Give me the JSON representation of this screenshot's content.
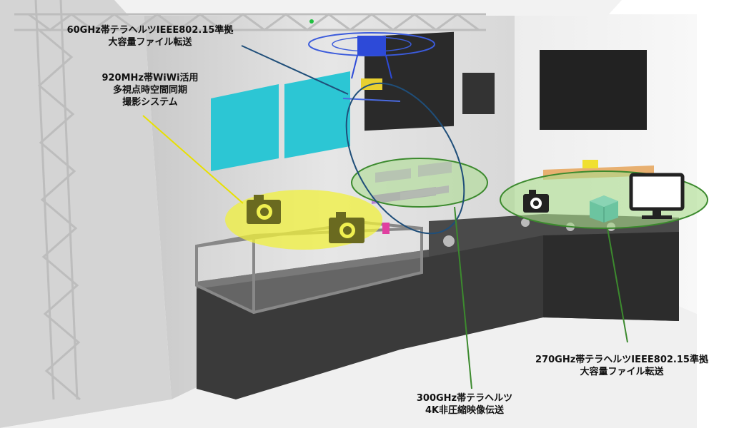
{
  "labels": {
    "ghz60": {
      "lines": [
        "60GHz帯テラヘルツIEEE802.15準拠",
        "大容量ファイル転送"
      ],
      "color": "#1f4e79"
    },
    "mhz920": {
      "lines": [
        "920MHz帯WiWi活用",
        "多視点時空間同期",
        "撮影システム"
      ],
      "color": "#e8e000"
    },
    "ghz270": {
      "lines": [
        "270GHz帯テラヘルツIEEE802.15準拠",
        "大容量ファイル転送"
      ],
      "color": "#3c8a2e"
    },
    "ghz300": {
      "lines": [
        "300GHz帯テラヘルツ",
        "4K非圧縮映像伝送"
      ],
      "color": "#3c8a2e"
    }
  },
  "icons": [
    "camera-icon",
    "monitor-icon",
    "drone-icon",
    "box-icon"
  ]
}
